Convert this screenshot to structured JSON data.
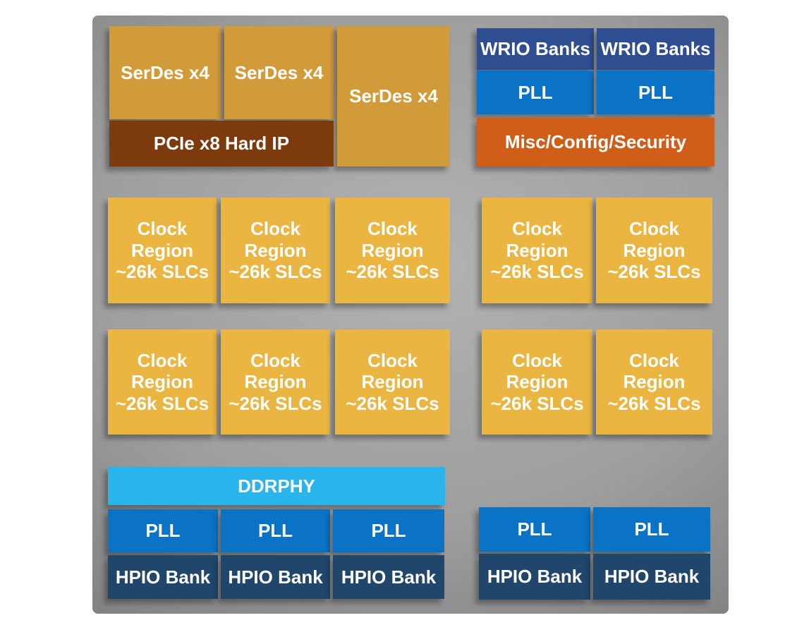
{
  "colors": {
    "serdes": "#D29B3A",
    "pcie": "#7D3A0D",
    "wrio": "#2F4E91",
    "pll": "#0B73C5",
    "misc": "#D05E18",
    "clock": "#EAB540",
    "ddrphy": "#29B4EB",
    "hpio": "#21466B",
    "label-text": "#FFFFFF",
    "bg-center": "#AFAFAF",
    "bg-edge": "#6C6C6C"
  },
  "top_left": {
    "serdes": [
      "SerDes x4",
      "SerDes x4",
      "SerDes x4"
    ],
    "pcie_label": "PCIe x8 Hard IP"
  },
  "top_right": {
    "wrio": [
      "WRIO Banks",
      "WRIO Banks"
    ],
    "pll": [
      "PLL",
      "PLL"
    ],
    "misc_label": "Misc/Config/Security"
  },
  "clock_regions": [
    "Clock\nRegion\n~26k SLCs",
    "Clock\nRegion\n~26k SLCs",
    "Clock\nRegion\n~26k SLCs",
    "Clock\nRegion\n~26k SLCs",
    "Clock\nRegion\n~26k SLCs",
    "Clock\nRegion\n~26k SLCs",
    "Clock\nRegion\n~26k SLCs",
    "Clock\nRegion\n~26k SLCs",
    "Clock\nRegion\n~26k SLCs",
    "Clock\nRegion\n~26k SLCs"
  ],
  "bottom_left": {
    "ddrphy_label": "DDRPHY",
    "pll": [
      "PLL",
      "PLL",
      "PLL"
    ],
    "hpio": [
      "HPIO Bank",
      "HPIO Bank",
      "HPIO Bank"
    ]
  },
  "bottom_right": {
    "pll": [
      "PLL",
      "PLL"
    ],
    "hpio": [
      "HPIO Bank",
      "HPIO Bank"
    ]
  }
}
